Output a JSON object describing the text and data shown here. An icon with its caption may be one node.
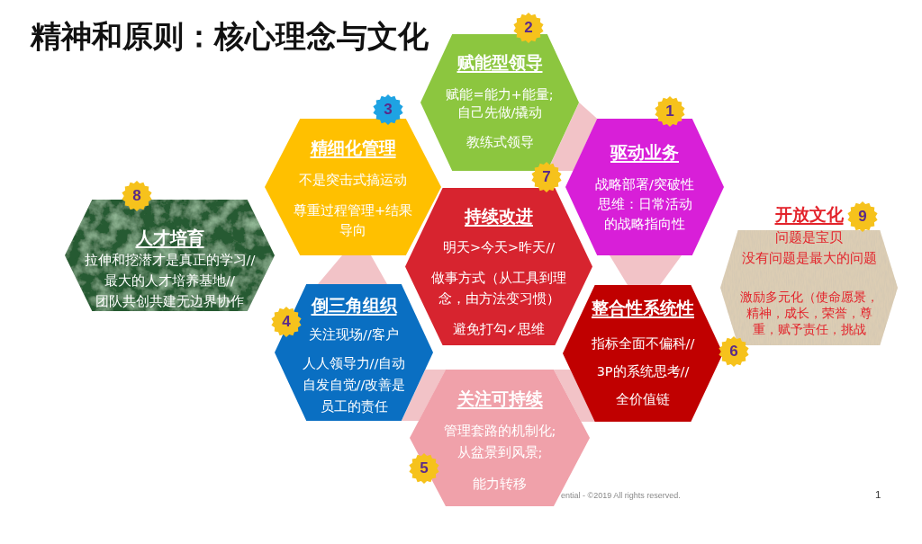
{
  "diagram": {
    "title": "精神和原则：核心理念与文化",
    "nodes": [
      {
        "text": [
          "赋能型领导",
          "赋能=能力+能量;自己先做/撬动",
          "教练式领导"
        ],
        "beside": [
          "2"
        ]
      },
      {
        "text": [
          "精细化管理",
          "不是突击式搞运动",
          "尊重过程管理+结果导向"
        ],
        "beside": [
          "3"
        ]
      },
      {
        "text": [
          "驱动业务",
          "战略部署/突破性思维：日常活动的战略指向性"
        ],
        "beside": [
          "1"
        ]
      },
      {
        "text": [
          "人才培育",
          "拉伸和挖潜才是真正的学习//",
          "最大的人才培养基地//",
          "团队共创共建无边界协作"
        ],
        "beside": [
          "8"
        ]
      },
      {
        "text": [
          "持续改进",
          "明天>今天>昨天//",
          "做事方式（从工具到理念，由方法变习惯）",
          "避免打勾✓思维"
        ],
        "beside": [
          "7"
        ]
      },
      {
        "text": [
          "开放文化",
          "问题是宝贝",
          "没有问题是最大的问题",
          "激励多元化（使命愿景，精神，成长，荣誉，尊重，赋予责任，挑战"
        ],
        "beside": [
          "9"
        ]
      },
      {
        "text": [
          "倒三角组织",
          "关注现场//客户",
          "人人领导力//自动自发自觉//改善是员工的责任"
        ],
        "beside": [
          "4"
        ]
      },
      {
        "text": [
          "整合性系统性",
          "指标全面不偏科//",
          "3P的系统思考//",
          "全价值链"
        ],
        "beside": [
          "6"
        ]
      },
      {
        "text": [
          "关注可持续",
          "管理套路的机制化;从盆景到风景;",
          "能力转移"
        ],
        "beside": [
          "5"
        ]
      },
      {
        "text": [],
        "shape": "triangle"
      },
      {
        "text": [],
        "shape": "triangle"
      },
      {
        "text": [],
        "shape": "triangle"
      },
      {
        "text": [],
        "shape": "triangle"
      },
      {
        "text": [],
        "shape": "triangle"
      }
    ],
    "labels": [
      "ential - ©2019 All rights reserved.",
      "1"
    ]
  }
}
